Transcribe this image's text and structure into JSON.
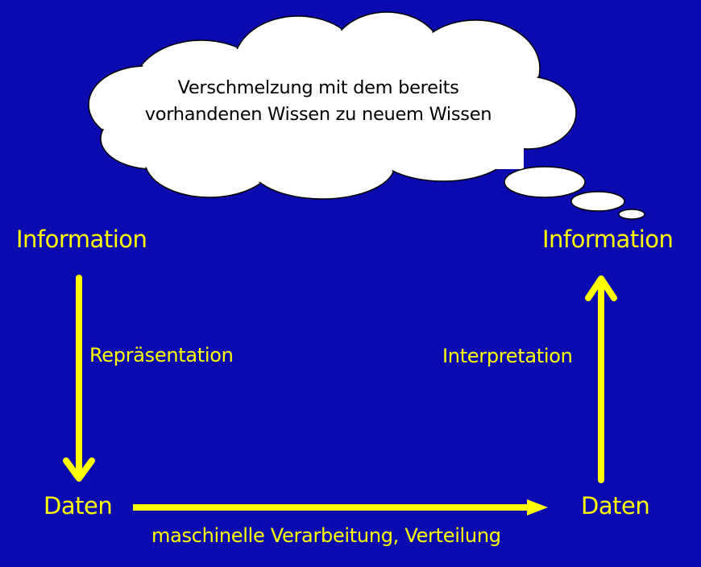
{
  "colors": {
    "background": "#0a0aae",
    "accent": "#ffff00",
    "cloud_fill": "#ffffff",
    "cloud_text": "#000000"
  },
  "cloud": {
    "line1": "Verschmelzung mit dem bereits",
    "line2": "vorhandenen Wissen zu neuem Wissen"
  },
  "nodes": {
    "information_left": "Information",
    "information_right": "Information",
    "data_left": "Daten",
    "data_right": "Daten"
  },
  "edges": {
    "representation": "Repräsentation",
    "interpretation": "Interpretation",
    "processing": "maschinelle Verarbeitung, Verteilung"
  }
}
